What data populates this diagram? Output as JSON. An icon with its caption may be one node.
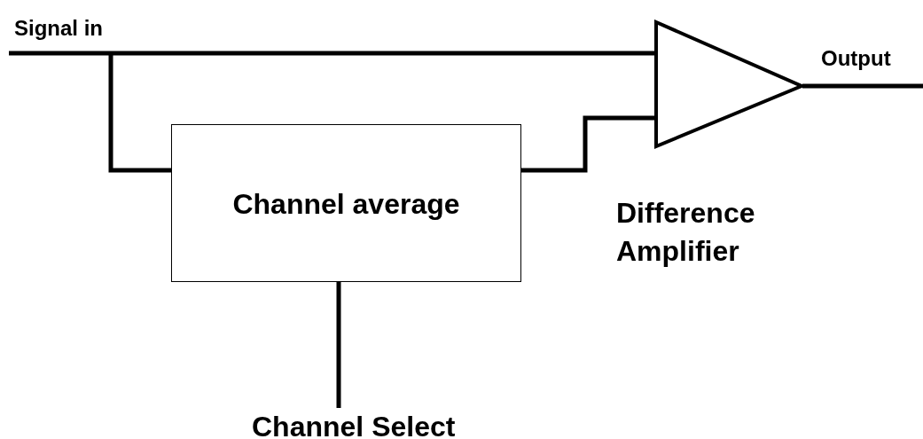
{
  "diagram": {
    "nodes": [
      {
        "text": [
          "Signal in"
        ]
      },
      {
        "text": [
          "Channel average"
        ]
      },
      {
        "text": [
          "Difference Amplifier"
        ]
      },
      {
        "text": [
          "Output"
        ]
      },
      {
        "text": [
          "Channel Select"
        ]
      }
    ],
    "edges": [
      {
        "from": 0,
        "to": 2,
        "arrow": "none"
      },
      {
        "from": 0,
        "to": 1,
        "arrow": "none"
      },
      {
        "from": 1,
        "to": 2,
        "arrow": "none"
      },
      {
        "from": 2,
        "to": 3,
        "arrow": "none"
      },
      {
        "from": 4,
        "to": 1,
        "arrow": "none"
      }
    ]
  }
}
